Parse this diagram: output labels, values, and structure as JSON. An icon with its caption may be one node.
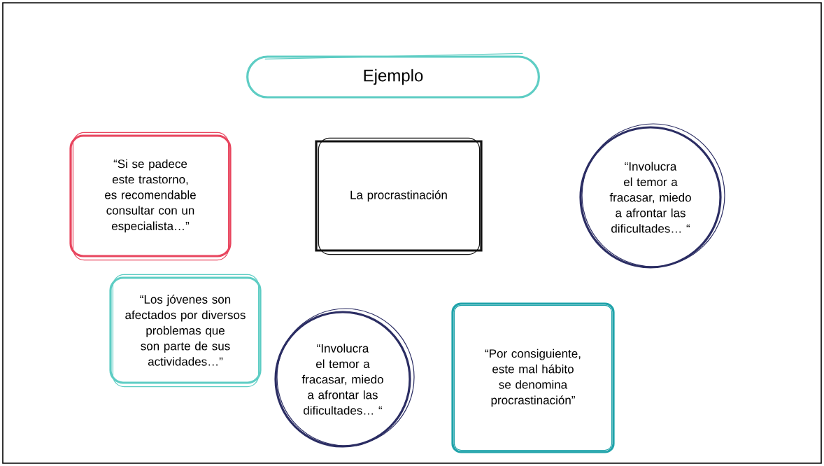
{
  "diagram": {
    "nodes": [
      {
        "text": [
          "Ejemplo"
        ]
      },
      {
        "text": [
          "“Si se padece este trastorno, es recomendable consultar con un especialista…”"
        ]
      },
      {
        "text": [
          "La procrastinación"
        ]
      },
      {
        "text": [
          "“Involucra el temor a fracasar, miedo a afrontar las dificultades… “"
        ]
      },
      {
        "text": [
          "“Los jóvenes son afectados por diversos problemas que son parte de sus actividades…”"
        ]
      },
      {
        "text": [
          "“Involucra el temor a fracasar, miedo a afrontar las dificultades… “"
        ]
      },
      {
        "text": [
          "“Por consiguiente, este mal hábito se denomina procrastinación”"
        ]
      }
    ],
    "edges": []
  }
}
